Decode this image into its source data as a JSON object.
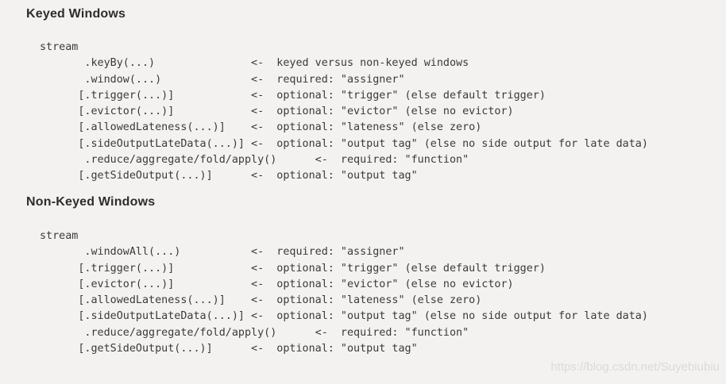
{
  "page": {
    "background_color": "#f3f2f0",
    "code_text_color": "#3b3a38",
    "heading_color": "#2f2d2b",
    "watermark_color": "#dcdad7"
  },
  "sections": [
    {
      "heading": "Keyed Windows",
      "lines": [
        "stream",
        "       .keyBy(...)               <-  keyed versus non-keyed windows",
        "       .window(...)              <-  required: \"assigner\"",
        "      [.trigger(...)]            <-  optional: \"trigger\" (else default trigger)",
        "      [.evictor(...)]            <-  optional: \"evictor\" (else no evictor)",
        "      [.allowedLateness(...)]    <-  optional: \"lateness\" (else zero)",
        "      [.sideOutputLateData(...)] <-  optional: \"output tag\" (else no side output for late data)",
        "       .reduce/aggregate/fold/apply()      <-  required: \"function\"",
        "      [.getSideOutput(...)]      <-  optional: \"output tag\""
      ]
    },
    {
      "heading": "Non-Keyed Windows",
      "lines": [
        "stream",
        "       .windowAll(...)           <-  required: \"assigner\"",
        "      [.trigger(...)]            <-  optional: \"trigger\" (else default trigger)",
        "      [.evictor(...)]            <-  optional: \"evictor\" (else no evictor)",
        "      [.allowedLateness(...)]    <-  optional: \"lateness\" (else zero)",
        "      [.sideOutputLateData(...)] <-  optional: \"output tag\" (else no side output for late data)",
        "       .reduce/aggregate/fold/apply()      <-  required: \"function\"",
        "      [.getSideOutput(...)]      <-  optional: \"output tag\""
      ]
    }
  ],
  "watermark": {
    "text": "https://blog.csdn.net/Suyebiubiu"
  }
}
